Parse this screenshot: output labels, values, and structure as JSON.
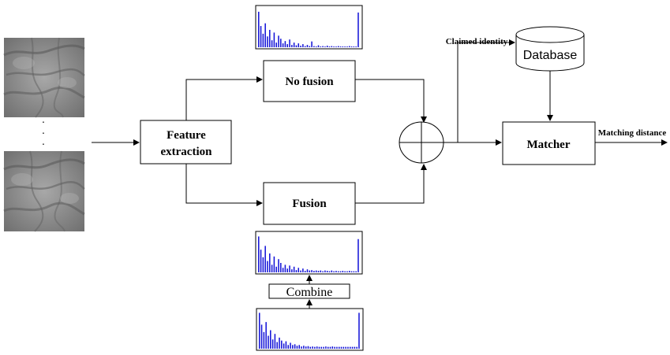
{
  "diagram": {
    "feature_extraction_line1": "Feature",
    "feature_extraction_line2": "extraction",
    "no_fusion": "No fusion",
    "fusion": "Fusion",
    "combine": "Combine",
    "database": "Database",
    "matcher": "Matcher",
    "claimed_identity": "Claimed identity",
    "matching_distance": "Matching distance",
    "ellipsis": "·"
  },
  "colors": {
    "histogram_bar": "#1515d8",
    "image_tone": "#8a8a8a"
  },
  "histograms": {
    "top": [
      0.92,
      0.55,
      0.35,
      0.62,
      0.28,
      0.45,
      0.18,
      0.38,
      0.12,
      0.3,
      0.22,
      0.1,
      0.16,
      0.08,
      0.2,
      0.06,
      0.12,
      0.05,
      0.1,
      0.04,
      0.08,
      0.03,
      0.06,
      0.03,
      0.15,
      0.03,
      0.02,
      0.05,
      0.02,
      0.03,
      0.02,
      0.04,
      0.02,
      0.03,
      0.02,
      0.02,
      0.03,
      0.02,
      0.02,
      0.02,
      0.02,
      0.03,
      0.02,
      0.02,
      0.02,
      0.9
    ],
    "fusion": [
      0.95,
      0.6,
      0.4,
      0.7,
      0.3,
      0.5,
      0.2,
      0.42,
      0.15,
      0.35,
      0.25,
      0.12,
      0.2,
      0.1,
      0.18,
      0.08,
      0.15,
      0.06,
      0.12,
      0.05,
      0.1,
      0.04,
      0.08,
      0.05,
      0.06,
      0.04,
      0.05,
      0.04,
      0.05,
      0.03,
      0.05,
      0.04,
      0.03,
      0.05,
      0.03,
      0.04,
      0.03,
      0.03,
      0.04,
      0.03,
      0.03,
      0.04,
      0.03,
      0.03,
      0.03,
      0.88
    ],
    "bottom": [
      0.97,
      0.65,
      0.45,
      0.72,
      0.35,
      0.5,
      0.25,
      0.4,
      0.18,
      0.3,
      0.22,
      0.14,
      0.2,
      0.1,
      0.16,
      0.1,
      0.12,
      0.08,
      0.1,
      0.06,
      0.08,
      0.06,
      0.07,
      0.05,
      0.06,
      0.05,
      0.06,
      0.05,
      0.05,
      0.05,
      0.06,
      0.05,
      0.05,
      0.06,
      0.05,
      0.05,
      0.05,
      0.05,
      0.05,
      0.05,
      0.05,
      0.05,
      0.05,
      0.05,
      0.05,
      0.97
    ]
  }
}
